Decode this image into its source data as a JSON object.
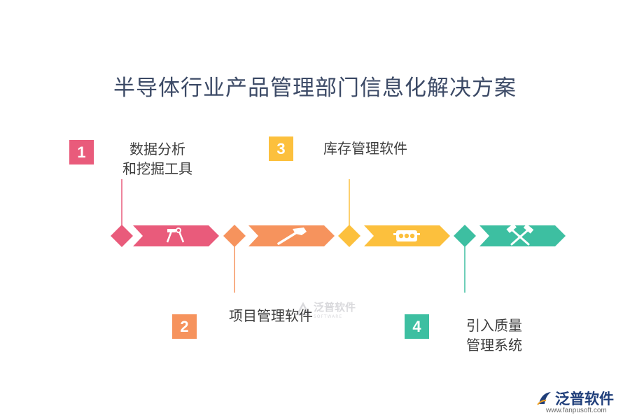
{
  "title": "半导体行业产品管理部门信息化解决方案",
  "steps": [
    {
      "number": "1",
      "label_line1": "数据分析",
      "label_line2": "和挖掘工具",
      "color": "#e95b7b",
      "icon": "hammer-wrench-icon"
    },
    {
      "number": "2",
      "label_line1": "项目管理软件",
      "label_line2": "",
      "color": "#f6935d",
      "icon": "hammer-icon"
    },
    {
      "number": "3",
      "label_line1": "库存管理软件",
      "label_line2": "",
      "color": "#fcc03d",
      "icon": "traffic-light-icon"
    },
    {
      "number": "4",
      "label_line1": "引入质量",
      "label_line2": "管理系统",
      "color": "#3dbfa1",
      "icon": "crossed-hammers-icon"
    }
  ],
  "watermark": {
    "text": "泛普软件",
    "sub": "SOFTWARE"
  },
  "logo": {
    "name": "泛普软件",
    "url": "www.fanpusoft.com"
  }
}
